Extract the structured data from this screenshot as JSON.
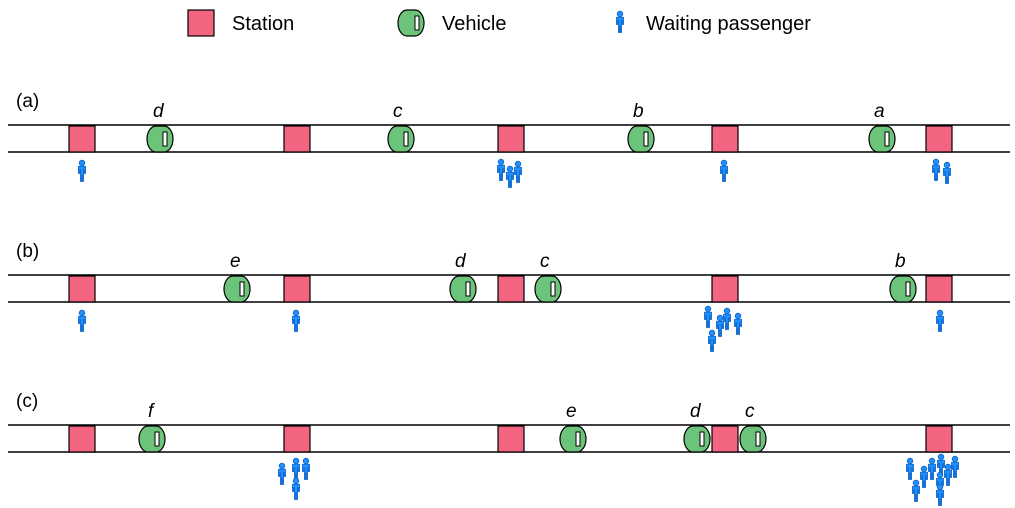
{
  "colors": {
    "station": "#f2647f",
    "vehicle": "#6cc47a",
    "passenger": "#1e90ff",
    "outline": "#000000"
  },
  "legend": {
    "station_label": "Station",
    "vehicle_label": "Vehicle",
    "passenger_label": "Waiting passenger",
    "station_icon": "red-square",
    "vehicle_icon": "green-capsule",
    "passenger_icon": "person-icon"
  },
  "panels": [
    {
      "label": "(a)",
      "vehicles": [
        {
          "name": "d",
          "order": 1
        },
        {
          "name": "c",
          "order": 2
        },
        {
          "name": "b",
          "order": 3
        },
        {
          "name": "a",
          "order": 4
        }
      ],
      "stations": [
        {
          "order": 1,
          "waiting_passengers": 1
        },
        {
          "order": 2,
          "waiting_passengers": 0
        },
        {
          "order": 3,
          "waiting_passengers": 3
        },
        {
          "order": 4,
          "waiting_passengers": 1
        },
        {
          "order": 5,
          "waiting_passengers": 2
        }
      ]
    },
    {
      "label": "(b)",
      "vehicles": [
        {
          "name": "e",
          "order": 1
        },
        {
          "name": "d",
          "order": 2
        },
        {
          "name": "c",
          "order": 3
        },
        {
          "name": "b",
          "order": 4
        }
      ],
      "stations": [
        {
          "order": 1,
          "waiting_passengers": 1
        },
        {
          "order": 2,
          "waiting_passengers": 1
        },
        {
          "order": 3,
          "waiting_passengers": 0
        },
        {
          "order": 4,
          "waiting_passengers": 5
        },
        {
          "order": 5,
          "waiting_passengers": 1
        }
      ]
    },
    {
      "label": "(c)",
      "vehicles": [
        {
          "name": "f",
          "order": 1
        },
        {
          "name": "e",
          "order": 2
        },
        {
          "name": "d",
          "order": 3
        },
        {
          "name": "c",
          "order": 4
        }
      ],
      "stations": [
        {
          "order": 1,
          "waiting_passengers": 0
        },
        {
          "order": 2,
          "waiting_passengers": 4
        },
        {
          "order": 3,
          "waiting_passengers": 0
        },
        {
          "order": 4,
          "waiting_passengers": 0
        },
        {
          "order": 5,
          "waiting_passengers": 9
        }
      ]
    }
  ]
}
